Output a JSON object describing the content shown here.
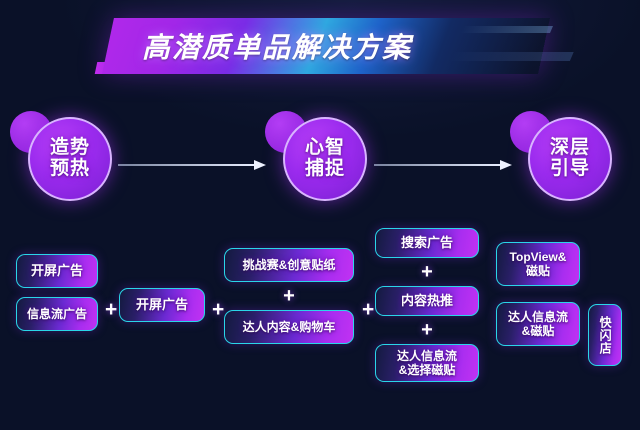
{
  "background_color": "#0a1128",
  "accent_colors": {
    "magenta": "#c132f2",
    "purple": "#8a1fd8",
    "cyan": "#2ad6e8",
    "text": "#ffffff"
  },
  "banner": {
    "title": "高潜质单品解决方案"
  },
  "flow": {
    "nodes": [
      {
        "line1": "造势",
        "line2": "预热"
      },
      {
        "line1": "心智",
        "line2": "捕捉"
      },
      {
        "line1": "深层",
        "line2": "引导"
      }
    ],
    "arrows": [
      "arrow-right",
      "arrow-right"
    ]
  },
  "groups": [
    {
      "id": "group-1",
      "chips": [
        {
          "line1": "开屏广告"
        },
        {
          "line1": "信息流广告"
        }
      ]
    },
    {
      "id": "group-2",
      "chips": [
        {
          "line1": "开屏广告"
        }
      ]
    },
    {
      "id": "group-3",
      "chips": [
        {
          "line1": "挑战赛&创意贴纸"
        },
        {
          "line1": "达人内容&购物车"
        }
      ],
      "separator": "+"
    },
    {
      "id": "group-4",
      "chips": [
        {
          "line1": "搜索广告"
        },
        {
          "line1": "内容热推"
        },
        {
          "line1": "达人信息流",
          "line2": "&选择磁贴"
        }
      ],
      "separator": "+"
    },
    {
      "id": "group-5",
      "chips": [
        {
          "line1": "TopView&",
          "line2": "磁贴"
        },
        {
          "line1": "达人信息流",
          "line2": "&磁贴"
        }
      ]
    },
    {
      "id": "group-6",
      "chips": [
        {
          "line1": "快闪店"
        }
      ]
    }
  ],
  "separators": {
    "plus1": "+",
    "plus2": "+",
    "plus3": "+"
  }
}
